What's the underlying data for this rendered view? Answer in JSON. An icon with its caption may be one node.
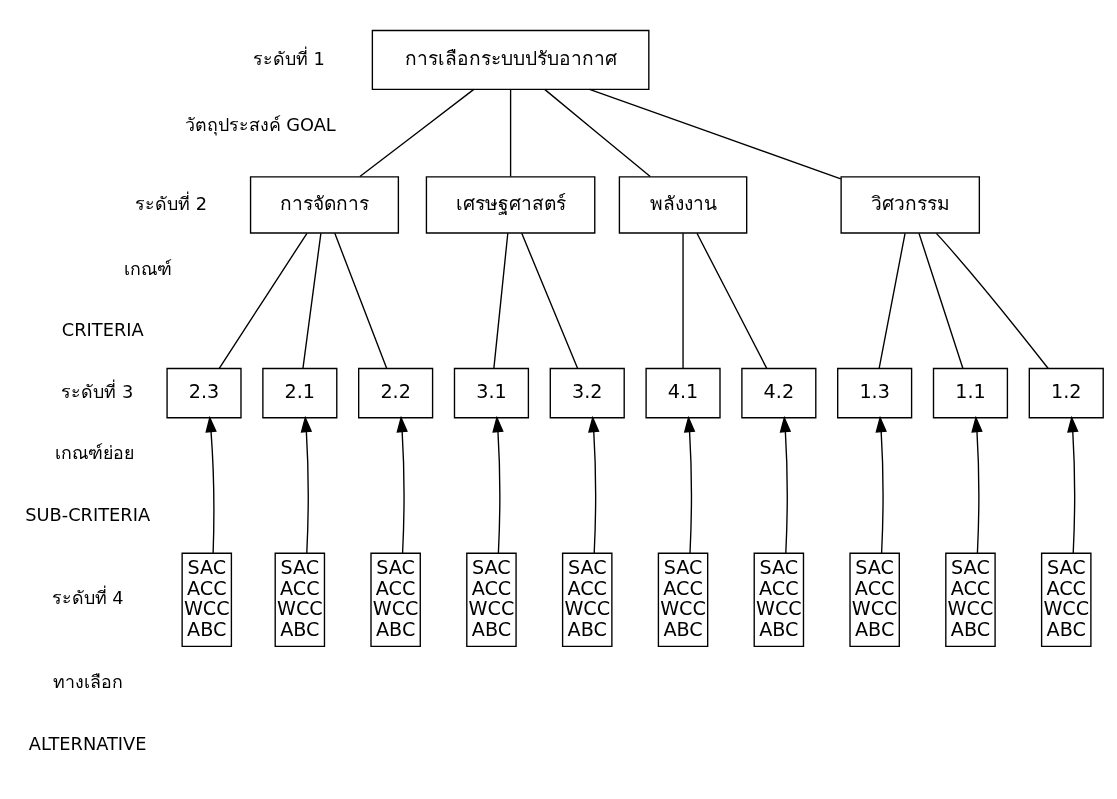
{
  "diagram": {
    "nodes": [
      {
        "text": [
          "การเลือกระบบปรับอากาศ"
        ]
      },
      {
        "text": [
          "วิศวกรรม"
        ]
      },
      {
        "text": [
          "การจัดการ"
        ]
      },
      {
        "text": [
          "เศรษฐศาสตร์"
        ]
      },
      {
        "text": [
          "พลังงาน"
        ]
      },
      {
        "text": [
          "1.1"
        ]
      },
      {
        "text": [
          "1.2"
        ]
      },
      {
        "text": [
          "1.3"
        ]
      },
      {
        "text": [
          "2.1"
        ]
      },
      {
        "text": [
          "2.2"
        ]
      },
      {
        "text": [
          "2.3"
        ]
      },
      {
        "text": [
          "3.1"
        ]
      },
      {
        "text": [
          "3.2"
        ]
      },
      {
        "text": [
          "4.1"
        ]
      },
      {
        "text": [
          "4.2"
        ]
      },
      {
        "text": [
          "SAC",
          "ACC",
          "WCC",
          "ABC"
        ]
      },
      {
        "text": [
          "SAC",
          "ACC",
          "WCC",
          "ABC"
        ]
      },
      {
        "text": [
          "SAC",
          "ACC",
          "WCC",
          "ABC"
        ]
      },
      {
        "text": [
          "SAC",
          "ACC",
          "WCC",
          "ABC"
        ]
      },
      {
        "text": [
          "SAC",
          "ACC",
          "WCC",
          "ABC"
        ]
      },
      {
        "text": [
          "SAC",
          "ACC",
          "WCC",
          "ABC"
        ]
      },
      {
        "text": [
          "SAC",
          "ACC",
          "WCC",
          "ABC"
        ]
      },
      {
        "text": [
          "SAC",
          "ACC",
          "WCC",
          "ABC"
        ]
      },
      {
        "text": [
          "SAC",
          "ACC",
          "WCC",
          "ABC"
        ]
      },
      {
        "text": [
          "SAC",
          "ACC",
          "WCC",
          "ABC"
        ]
      }
    ],
    "edges": [
      {
        "from": 0,
        "to": 1,
        "arrow": "none"
      },
      {
        "from": 0,
        "to": 2,
        "arrow": "none"
      },
      {
        "from": 0,
        "to": 3,
        "arrow": "none"
      },
      {
        "from": 0,
        "to": 4,
        "arrow": "none"
      },
      {
        "from": 1,
        "to": 5,
        "arrow": "none"
      },
      {
        "from": 1,
        "to": 6,
        "arrow": "none"
      },
      {
        "from": 1,
        "to": 7,
        "arrow": "none"
      },
      {
        "from": 2,
        "to": 8,
        "arrow": "none"
      },
      {
        "from": 2,
        "to": 9,
        "arrow": "none"
      },
      {
        "from": 2,
        "to": 10,
        "arrow": "none"
      },
      {
        "from": 3,
        "to": 11,
        "arrow": "none"
      },
      {
        "from": 3,
        "to": 12,
        "arrow": "none"
      },
      {
        "from": 4,
        "to": 13,
        "arrow": "none"
      },
      {
        "from": 4,
        "to": 14,
        "arrow": "none"
      },
      {
        "from": 15,
        "to": 5,
        "arrow": "to"
      },
      {
        "from": 16,
        "to": 6,
        "arrow": "to"
      },
      {
        "from": 17,
        "to": 7,
        "arrow": "to"
      },
      {
        "from": 18,
        "to": 8,
        "arrow": "to"
      },
      {
        "from": 19,
        "to": 9,
        "arrow": "to"
      },
      {
        "from": 20,
        "to": 10,
        "arrow": "to"
      },
      {
        "from": 21,
        "to": 11,
        "arrow": "to"
      },
      {
        "from": 22,
        "to": 12,
        "arrow": "to"
      },
      {
        "from": 23,
        "to": 13,
        "arrow": "to"
      },
      {
        "from": 24,
        "to": 14,
        "arrow": "to"
      }
    ],
    "labels": [
      "ระดับที่ 1",
      "วัตถุประสงค์ GOAL",
      "ระดับที่ 2",
      "เกณฑ์",
      "CRITERIA",
      "ระดับที่ 3",
      "เกณฑ์ย่อย",
      "SUB-CRITERIA",
      "ระดับที่ 4",
      "ทางเลือก",
      "ALTERNATIVE"
    ]
  }
}
